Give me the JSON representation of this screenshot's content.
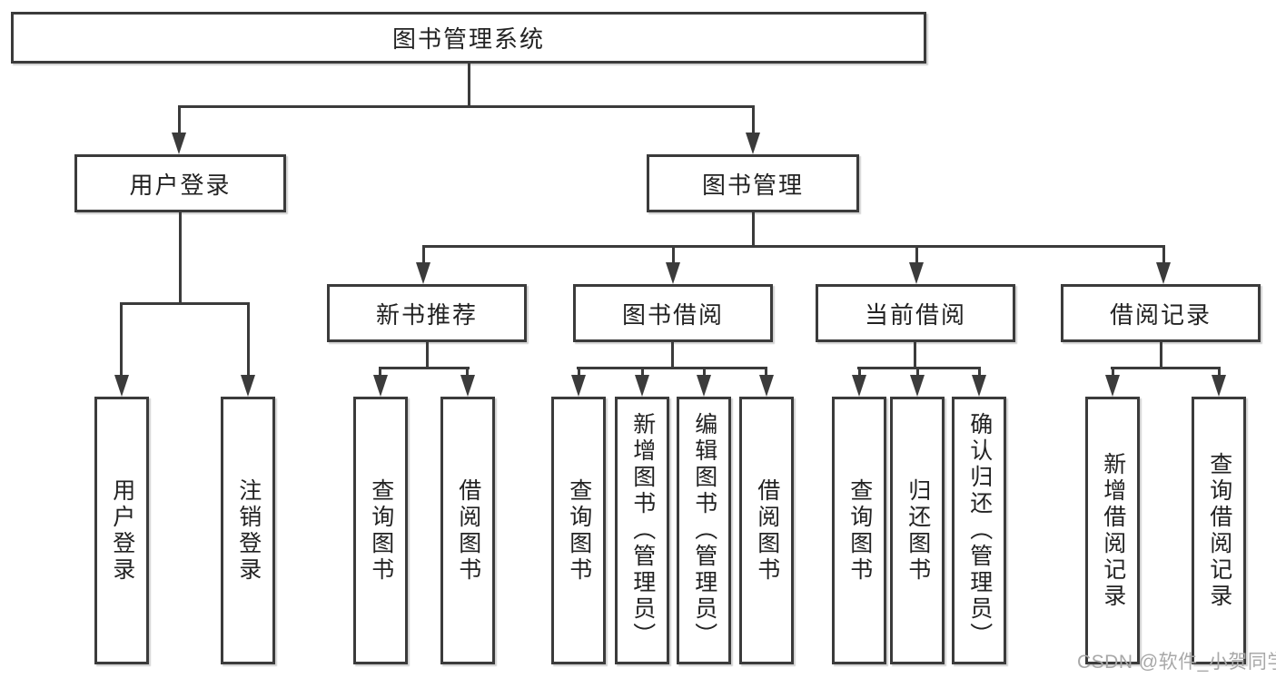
{
  "diagram": {
    "root": {
      "label": "图书管理系统"
    },
    "level2": {
      "user_login": {
        "label": "用户登录"
      },
      "book_mgmt": {
        "label": "图书管理"
      }
    },
    "level3": {
      "new_books": {
        "label": "新书推荐"
      },
      "borrowing": {
        "label": "图书借阅"
      },
      "current": {
        "label": "当前借阅"
      },
      "records": {
        "label": "借阅记录"
      }
    },
    "leaves": {
      "user_login": [
        "用户登录",
        "注销登录"
      ],
      "new_books": [
        "查询图书",
        "借阅图书"
      ],
      "borrowing": [
        "查询图书",
        "新增图书（管理员）",
        "编辑图书（管理员）",
        "借阅图书"
      ],
      "current": [
        "查询图书",
        "归还图书",
        "确认归还（管理员）"
      ],
      "records": [
        "新增借阅记录",
        "查询借阅记录"
      ]
    }
  },
  "watermark": {
    "text": "CSDN @软件_小贺同学"
  },
  "colors": {
    "line": "#3b3b3b",
    "text": "#222222",
    "watermark": "#a8a8a8",
    "background": "#ffffff"
  }
}
